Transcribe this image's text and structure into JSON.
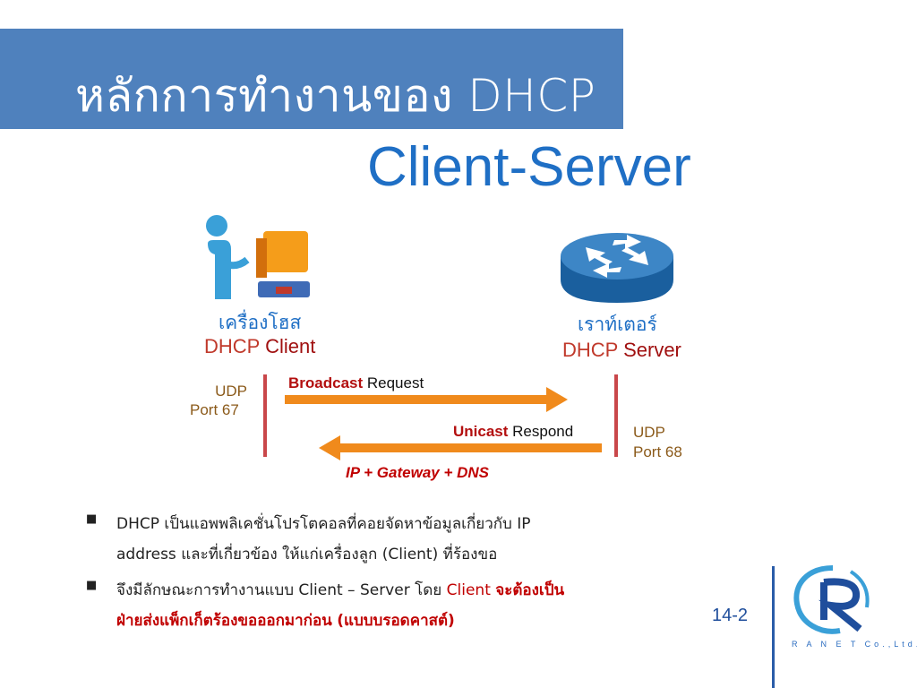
{
  "header": {
    "title": "หลักการทำงานของ DHCP",
    "subtitle": "Client-Server"
  },
  "client": {
    "name": "เครื่องโฮส",
    "role_prefix": "DHCP",
    "role": "Client",
    "udp_label": "UDP",
    "port": "Port 67"
  },
  "server": {
    "name": "เราท์เตอร์",
    "role_prefix": "DHCP",
    "role": "Server",
    "udp_label": "UDP",
    "port": "Port 68"
  },
  "flow": {
    "request_strong": "Broadcast",
    "request_rest": "Request",
    "respond_strong": "Unicast",
    "respond_rest": "Respond",
    "payload": "IP + Gateway + DNS"
  },
  "bullets": {
    "b1_line1": "DHCP เป็นแอพพลิเคชั่นโปรโตคอลที่คอยจัดหาข้อมูลเกี่ยวกับ IP",
    "b1_line2": "address และที่เกี่ยวข้อง ให้แก่เครื่องลูก (Client) ที่ร้องขอ",
    "b2_part1": "จึงมีลักษณะการทำงานแบบ Client – Server โดย",
    "b2_client": "Client",
    "b2_part2": "จะต้องเป็น",
    "b2_line2_bold": "ฝ่ายส่งแพ็กเก็ตร้องขอออกมาก่อน",
    "b2_line2_paren": "(แบบบรอดคาสต์)"
  },
  "footer": {
    "page_number": "14-2",
    "logo_caption": "R A N E T Co.,Ltd."
  },
  "colors": {
    "band": "#4f81bd",
    "accent_blue": "#1f6fc5",
    "arrow_orange": "#f08a1c",
    "accent_red": "#c00000"
  },
  "icons": {
    "client": "computer-user-icon",
    "server": "router-icon",
    "bullet": "square-bullet-icon"
  }
}
